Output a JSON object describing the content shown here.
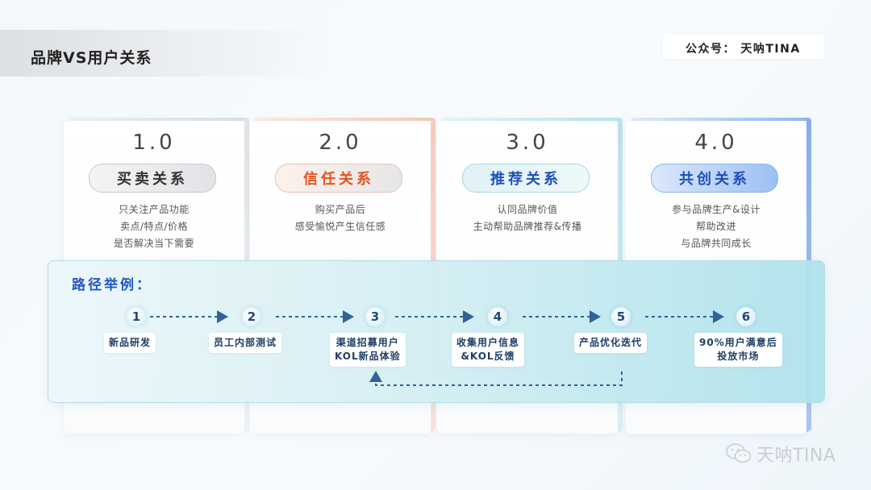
{
  "header": {
    "title": "品牌VS用户关系",
    "account": "公众号：  天呐TINA"
  },
  "cards": [
    {
      "num": "1.0",
      "label": "买卖关系",
      "desc": [
        "只关注产品功能",
        "卖点/特点/价格",
        "是否解决当下需要"
      ],
      "accent": "#c9ccd1"
    },
    {
      "num": "2.0",
      "label": "信任关系",
      "desc": [
        "购买产品后",
        "感受愉悦产生信任感"
      ],
      "accent": "#f0c4b0"
    },
    {
      "num": "3.0",
      "label": "推荐关系",
      "desc": [
        "认同品牌价值",
        "主动帮助品牌推荐&传播"
      ],
      "accent": "#b9e2ea"
    },
    {
      "num": "4.0",
      "label": "共创关系",
      "desc": [
        "参与品牌生产&设计",
        "帮助改进",
        "与品牌共同成长"
      ],
      "accent": "#8fb6ef"
    }
  ],
  "path": {
    "title": "路径举例：",
    "steps": [
      {
        "n": "1",
        "lines": [
          "新品研发"
        ]
      },
      {
        "n": "2",
        "lines": [
          "员工内部测试"
        ]
      },
      {
        "n": "3",
        "lines": [
          "渠道招募用户",
          "KOL新品体验"
        ]
      },
      {
        "n": "4",
        "lines": [
          "收集用户信息",
          "&KOL反馈"
        ]
      },
      {
        "n": "5",
        "lines": [
          "产品优化迭代"
        ]
      },
      {
        "n": "6",
        "lines": [
          "90%用户满意后",
          "投放市场"
        ]
      }
    ]
  },
  "watermark": "天呐TINA",
  "icons": {
    "watermark": "wechat-icon"
  }
}
